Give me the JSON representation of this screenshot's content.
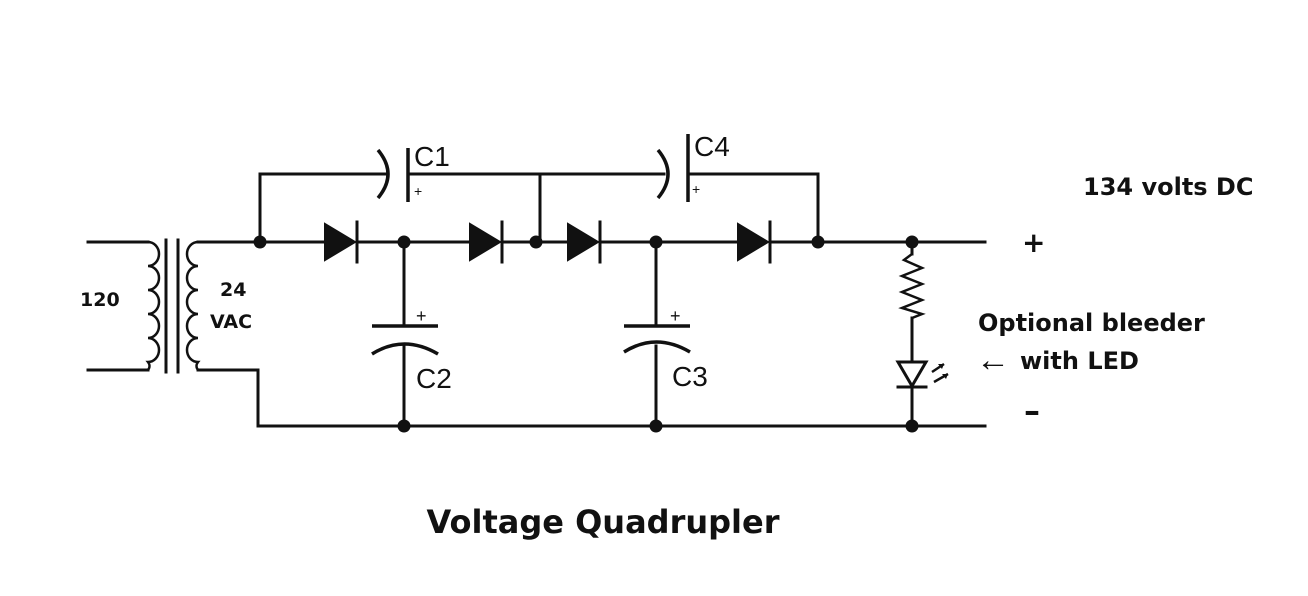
{
  "diagram": {
    "title": "Voltage Quadrupler",
    "output_voltage": "134 volts DC",
    "plus_sign": "+",
    "minus_sign": "–",
    "note_line1": "Optional bleeder",
    "note_line2": "with LED",
    "note_arrow": "←",
    "primary_voltage": "120",
    "secondary_voltage_value": "24",
    "secondary_voltage_unit": "VAC",
    "capacitors": [
      {
        "label": "C1",
        "polarity": "+"
      },
      {
        "label": "C2",
        "polarity": "+"
      },
      {
        "label": "C3",
        "polarity": "+"
      },
      {
        "label": "C4",
        "polarity": "+"
      }
    ],
    "icons": {
      "transformer": "transformer-icon",
      "diode": "diode-icon",
      "capacitor": "capacitor-icon",
      "resistor": "resistor-icon",
      "led": "led-icon"
    },
    "colors": {
      "ink": "#111111",
      "background": "#ffffff"
    }
  }
}
